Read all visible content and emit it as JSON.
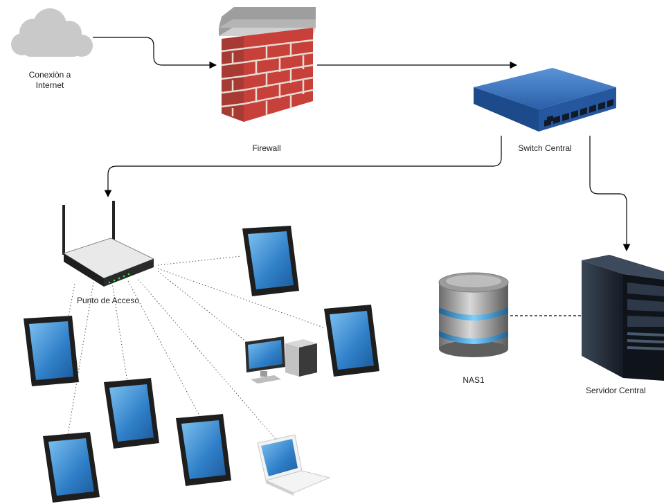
{
  "nodes": {
    "internet": {
      "label_line1": "Conexiòn a",
      "label_line2": "Internet",
      "icon": "cloud-icon"
    },
    "firewall": {
      "label": "Firewall",
      "icon": "brick-wall-icon"
    },
    "switch": {
      "label": "Switch Central",
      "icon": "network-switch-icon"
    },
    "access_point": {
      "label": "Punto de Acceso",
      "icon": "wireless-router-icon"
    },
    "nas": {
      "label": "NAS1",
      "icon": "database-storage-icon"
    },
    "server": {
      "label": "Servidor Central",
      "icon": "tower-server-icon"
    }
  },
  "devices": [
    {
      "name": "tablet-1",
      "icon": "tablet-icon"
    },
    {
      "name": "tablet-2",
      "icon": "tablet-icon"
    },
    {
      "name": "tablet-3",
      "icon": "tablet-icon"
    },
    {
      "name": "tablet-4",
      "icon": "tablet-icon"
    },
    {
      "name": "tablet-5",
      "icon": "tablet-icon"
    },
    {
      "name": "tablet-6",
      "icon": "tablet-icon"
    },
    {
      "name": "desktop-computer",
      "icon": "desktop-computer-icon"
    },
    {
      "name": "laptop",
      "icon": "laptop-icon"
    }
  ],
  "colors": {
    "cloud": "#c9c9c9",
    "brick": "#c8403a",
    "mortar": "#e6dcd2",
    "switch": "#2f67b5",
    "screen": "#3d8fd6",
    "device_frame": "#1e1e1e",
    "server": "#1c2430",
    "nas_band": "#4aa0d8"
  }
}
